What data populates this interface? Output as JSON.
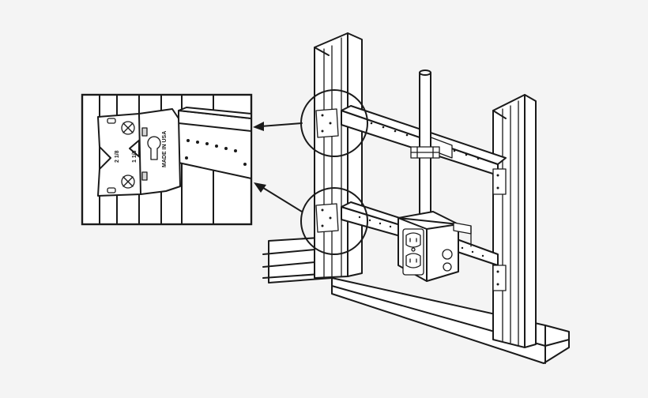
{
  "figure": {
    "bracket_markings": {
      "size_a": "2 1/8",
      "size_b": "1 1/8",
      "origin": "MADE IN USA"
    }
  }
}
